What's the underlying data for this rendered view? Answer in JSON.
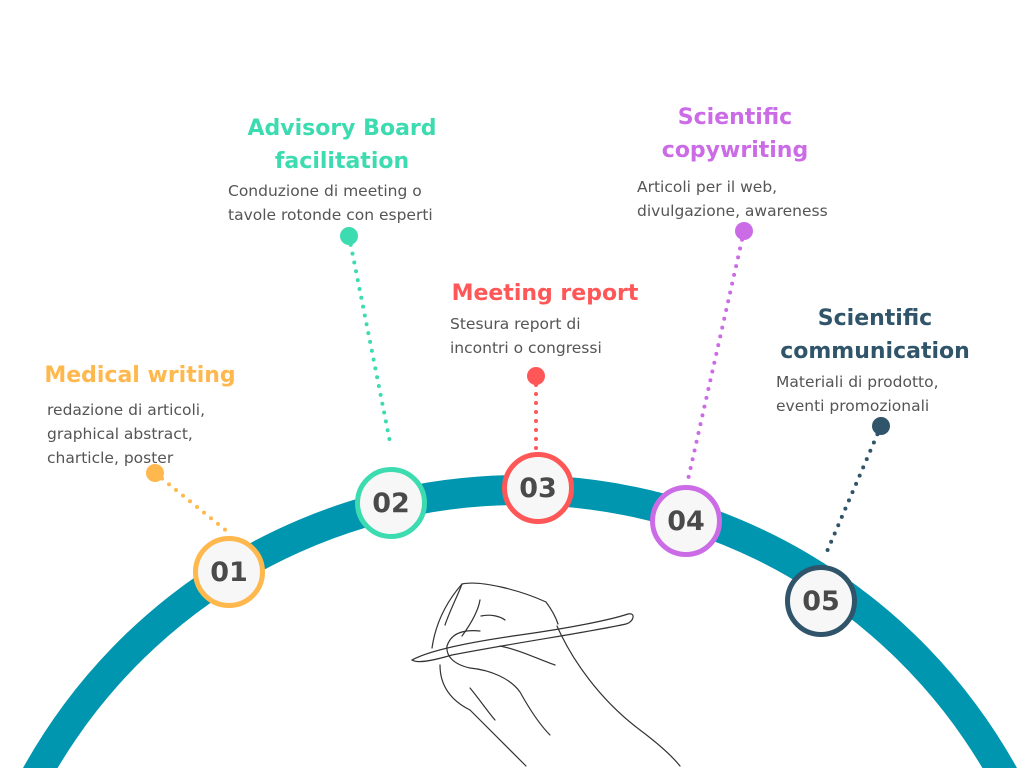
{
  "colors": {
    "arc": "#0096b0",
    "bubble": "#f7f7f7",
    "number": "#4a4a4a"
  },
  "steps": [
    {
      "number": "01",
      "title": "Medical writing",
      "desc": [
        "redazione di articoli,",
        "graphical abstract,",
        "charticle, poster"
      ],
      "color": "#ffb84d"
    },
    {
      "number": "02",
      "title": "Advisory Board facilitation",
      "title_lines": [
        "Advisory Board",
        "facilitation"
      ],
      "desc": [
        "Conduzione di meeting o",
        "tavole rotonde con esperti"
      ],
      "color": "#3ddbb0"
    },
    {
      "number": "03",
      "title": "Meeting report",
      "desc": [
        "Stesura report di",
        "incontri o congressi"
      ],
      "color": "#ff5757"
    },
    {
      "number": "04",
      "title": "Scientific copywriting",
      "title_lines": [
        "Scientific",
        "copywriting"
      ],
      "desc": [
        "Articoli per il web,",
        "divulgazione, awareness"
      ],
      "color": "#cb6ce6"
    },
    {
      "number": "05",
      "title": "Scientific communication",
      "title_lines": [
        "Scientific",
        "communication"
      ],
      "desc": [
        "Materiali di prodotto,",
        "eventi promozionali"
      ],
      "color": "#305469"
    }
  ]
}
